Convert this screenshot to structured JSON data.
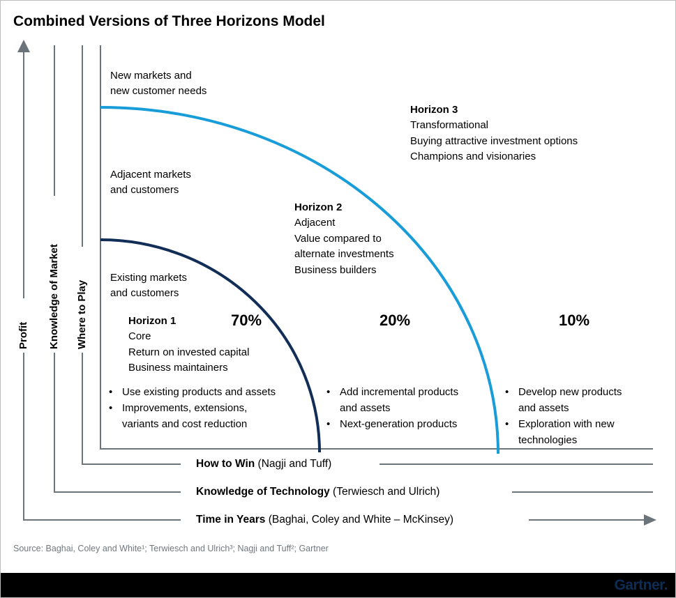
{
  "title": "Combined Versions of Three Horizons Model",
  "colors": {
    "navy": "#122e57",
    "blue": "#189dd9",
    "gray": "#6b737b",
    "source-gray": "#71787e",
    "logo-navy": "#0c2d55"
  },
  "y_axes": [
    {
      "label": "Profit"
    },
    {
      "label": "Knowledge of Market"
    },
    {
      "label": "Where to Play"
    }
  ],
  "x_axes": [
    {
      "bold": "How to Win",
      "rest": " (Nagji and Tuff)"
    },
    {
      "bold": "Knowledge of Technology",
      "rest": " (Terwiesch and Ulrich)"
    },
    {
      "bold": "Time in Years",
      "rest": " (Baghai, Coley and White – McKinsey)"
    }
  ],
  "market_labels": [
    "New markets and\nnew customer needs",
    "Adjacent markets\nand customers",
    "Existing markets\nand customers"
  ],
  "horizons": [
    {
      "name": "Horizon 1",
      "percent": "70%",
      "lines": "Core\nReturn on invested capital\nBusiness maintainers",
      "bullets": [
        "Use existing products and assets",
        "Improvements, extensions,\nvariants and cost reduction"
      ]
    },
    {
      "name": "Horizon 2",
      "percent": "20%",
      "lines": "Adjacent\nValue compared to\nalternate investments\nBusiness builders",
      "bullets": [
        "Add incremental products\nand assets",
        "Next-generation products"
      ]
    },
    {
      "name": "Horizon 3",
      "percent": "10%",
      "lines": "Transformational\nBuying attractive investment options\nChampions and visionaries",
      "bullets": [
        "Develop new products\nand assets",
        "Exploration with new\ntechnologies"
      ]
    }
  ],
  "bullet_char": "•",
  "source": "Source: Baghai, Coley and White¹; Terwiesch and Ulrich³; Nagji and Tuff²; Gartner",
  "logo": "Gartner."
}
